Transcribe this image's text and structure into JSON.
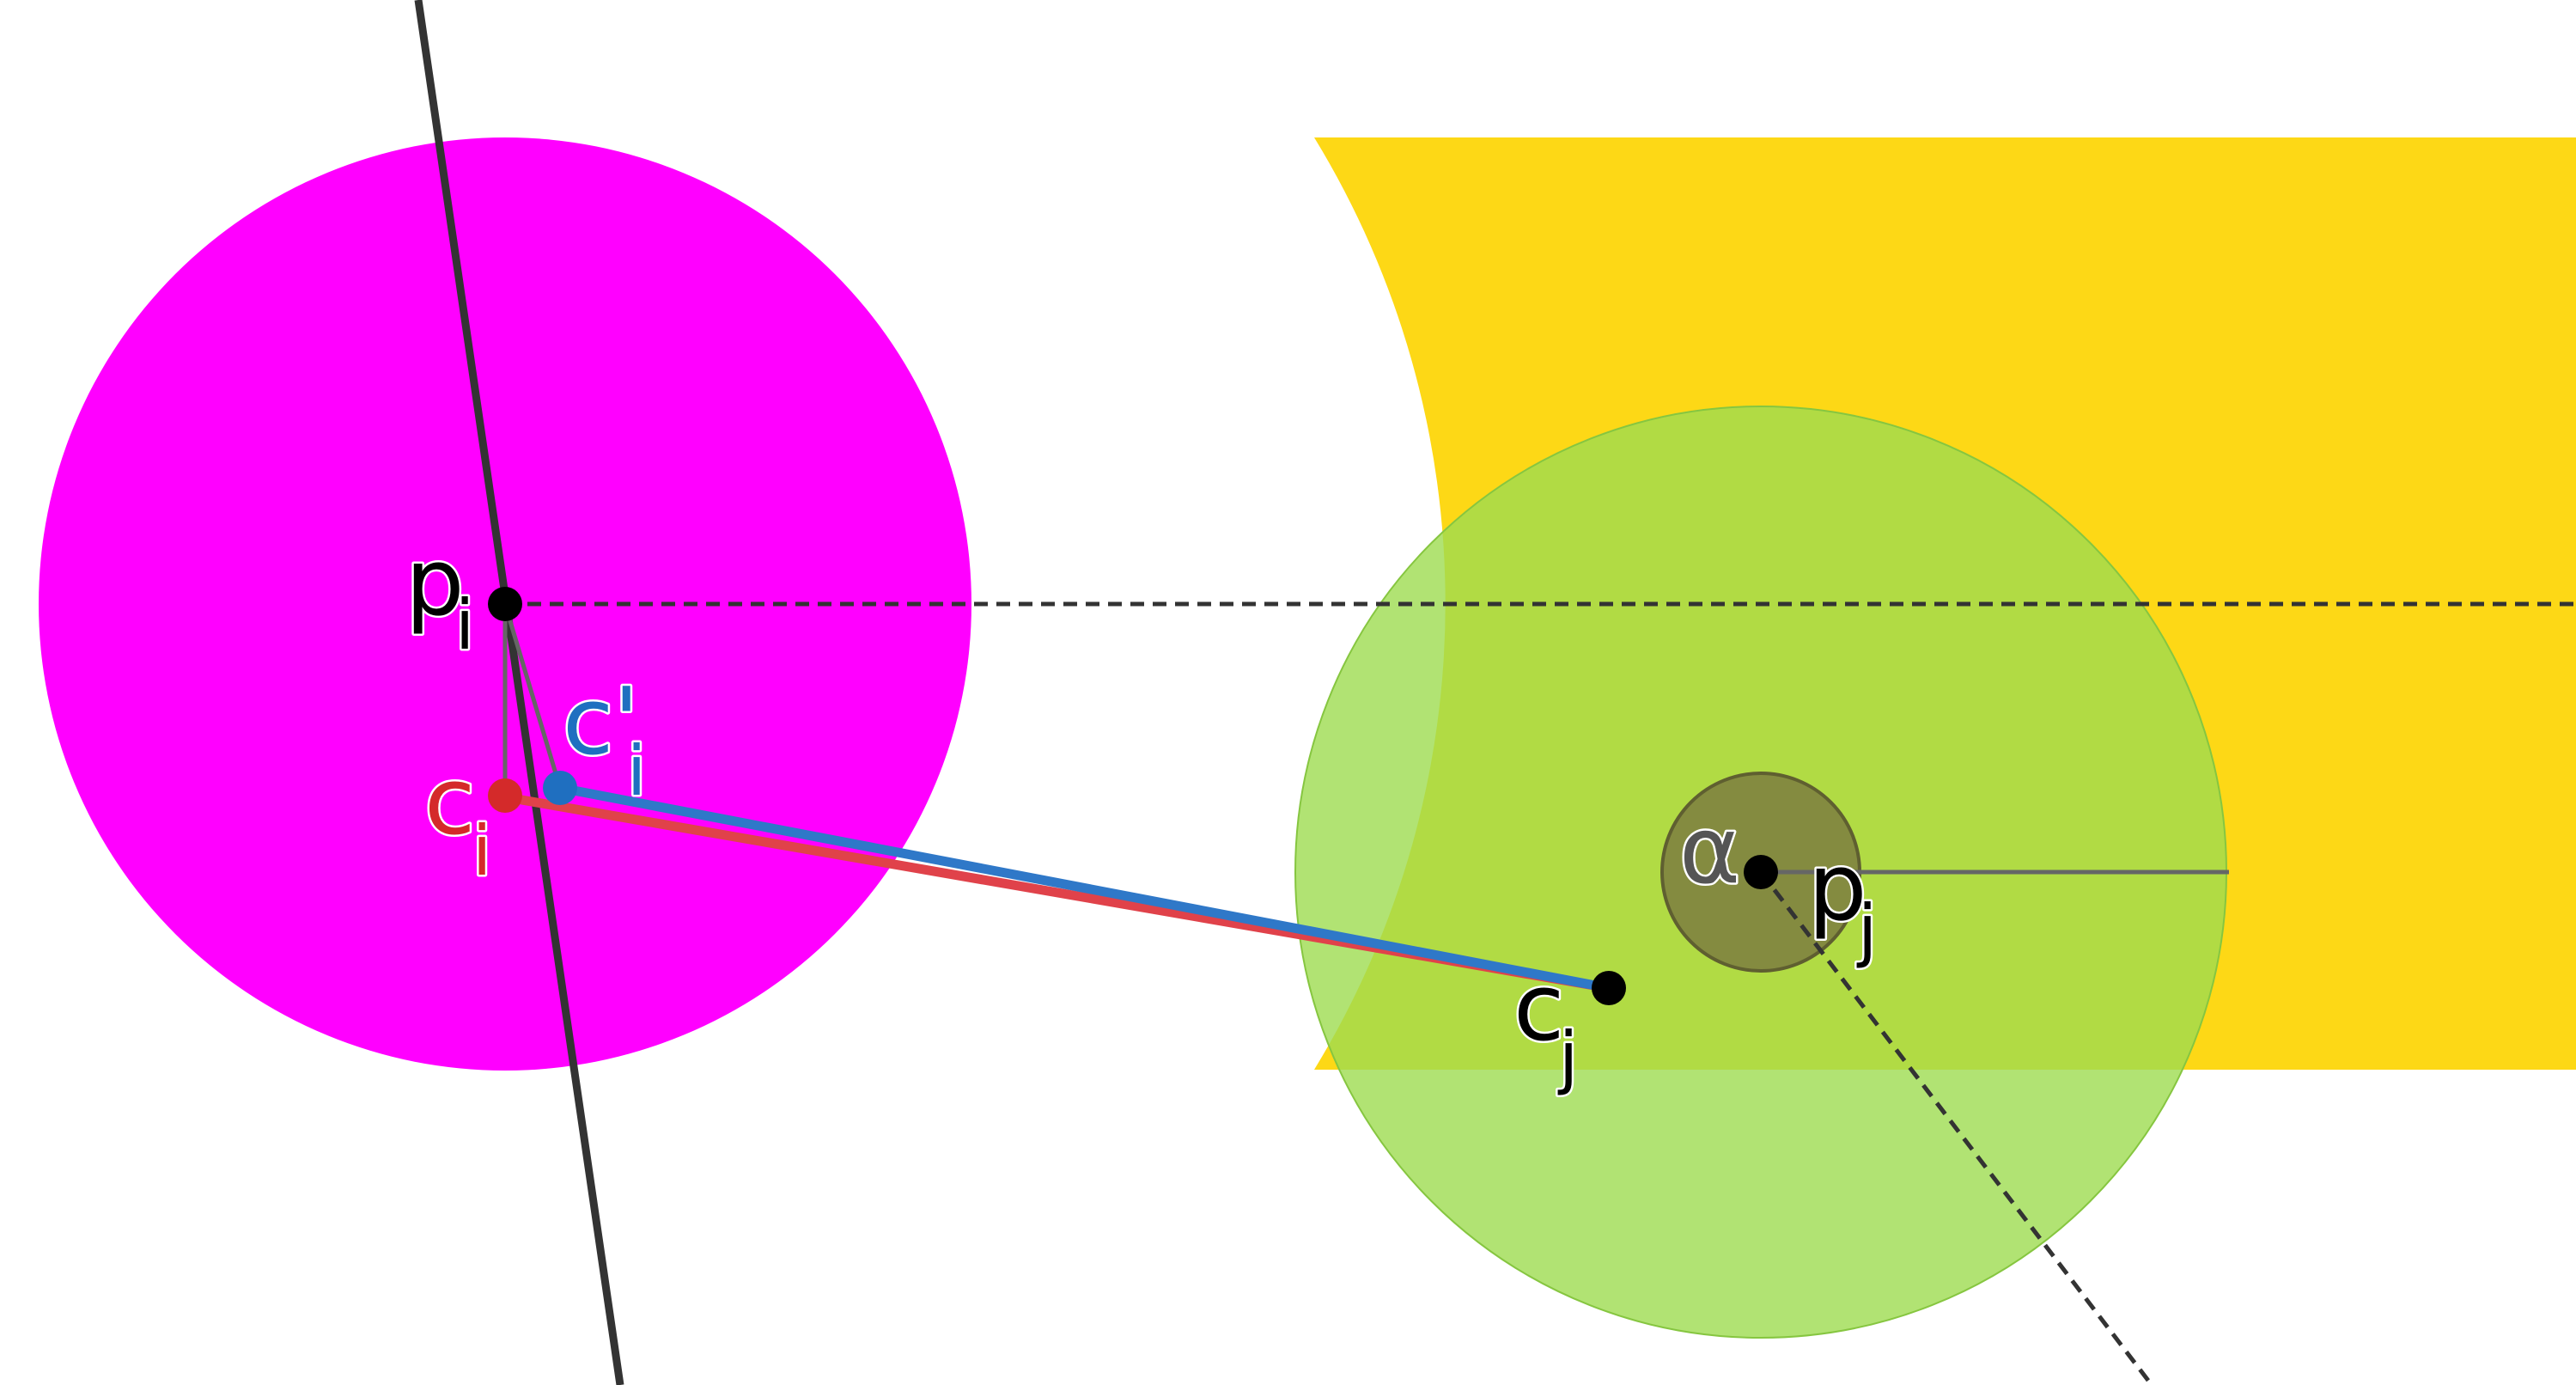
{
  "colors": {
    "background": "#ffffff",
    "magenta_disk": "#ff00ff",
    "yellow_region": "#fdd816",
    "green_disk": "#9ddc50",
    "green_disk_stroke": "#86c640",
    "small_disk": "#7d7d40",
    "red_segment": "#e0424a",
    "blue_segment": "#2f78c8",
    "red_point": "#d42a2a",
    "blue_point": "#1f6fc0",
    "black": "#000000",
    "dark_line": "#333333",
    "gray_line": "#666666"
  },
  "labels": {
    "p_i_main": "p",
    "p_i_sub": "i",
    "c_i_main": "c",
    "c_i_sub": "i",
    "c_prime_main": "c'",
    "c_prime_sub": "i",
    "c_j_main": "c",
    "c_j_sub": "j",
    "p_j_main": "p",
    "p_j_sub": "j",
    "alpha": "α"
  },
  "legend_icons": {
    "points": "dot-marker",
    "angle": "angle-arc"
  }
}
